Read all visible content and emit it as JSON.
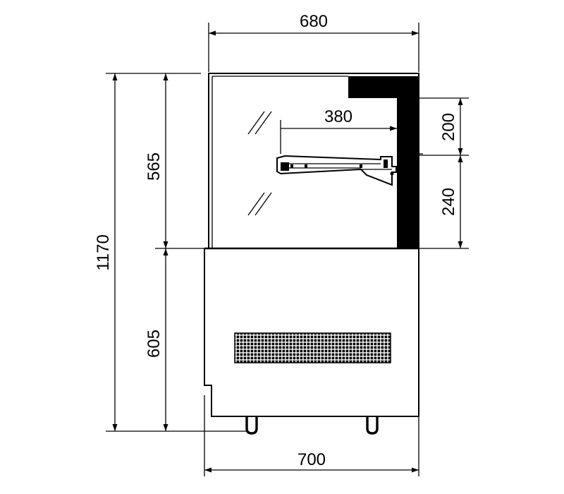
{
  "diagram": {
    "dimensions": {
      "top_width": "680",
      "bottom_width": "700",
      "total_height": "1170",
      "upper_height": "565",
      "lower_height": "605",
      "shelf_depth": "380",
      "right_upper": "200",
      "right_lower": "240"
    },
    "colors": {
      "line": "#000000",
      "background": "#ffffff"
    }
  }
}
